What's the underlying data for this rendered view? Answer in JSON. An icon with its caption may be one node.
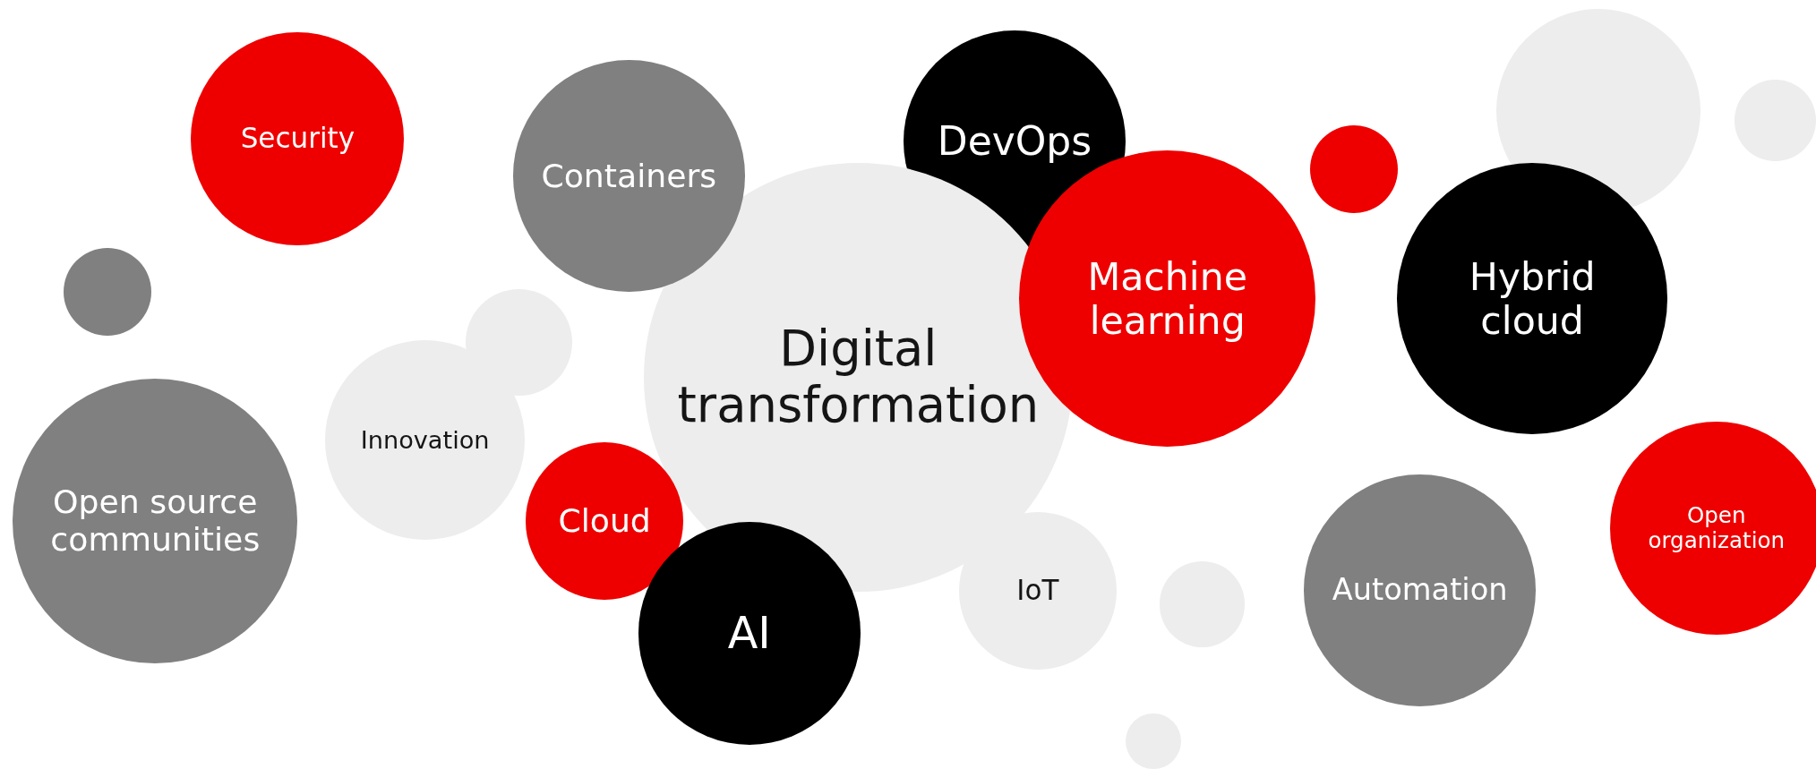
{
  "diagram": {
    "nodes": [
      {
        "text": [
          "Security"
        ]
      },
      {
        "text": [
          "Containers"
        ]
      },
      {
        "text": [
          "DevOps"
        ]
      },
      {
        "text": [],
        "shape": "circle"
      },
      {
        "text": [],
        "shape": "circle"
      },
      {
        "text": [],
        "shape": "circle"
      },
      {
        "text": [],
        "shape": "circle"
      },
      {
        "text": [
          "Digital transformation"
        ]
      },
      {
        "text": [
          "Machine learning"
        ]
      },
      {
        "text": [
          "Hybrid cloud"
        ]
      },
      {
        "text": [],
        "shape": "circle"
      },
      {
        "text": [
          "Innovation"
        ]
      },
      {
        "text": [
          "Open source communities"
        ]
      },
      {
        "text": [
          "Cloud"
        ]
      },
      {
        "text": [
          "Open organization"
        ]
      },
      {
        "text": [
          "IoT"
        ]
      },
      {
        "text": [
          "Automation"
        ]
      },
      {
        "text": [],
        "shape": "circle"
      },
      {
        "text": [
          "AI"
        ]
      },
      {
        "text": [],
        "shape": "circle"
      }
    ],
    "edges": []
  }
}
